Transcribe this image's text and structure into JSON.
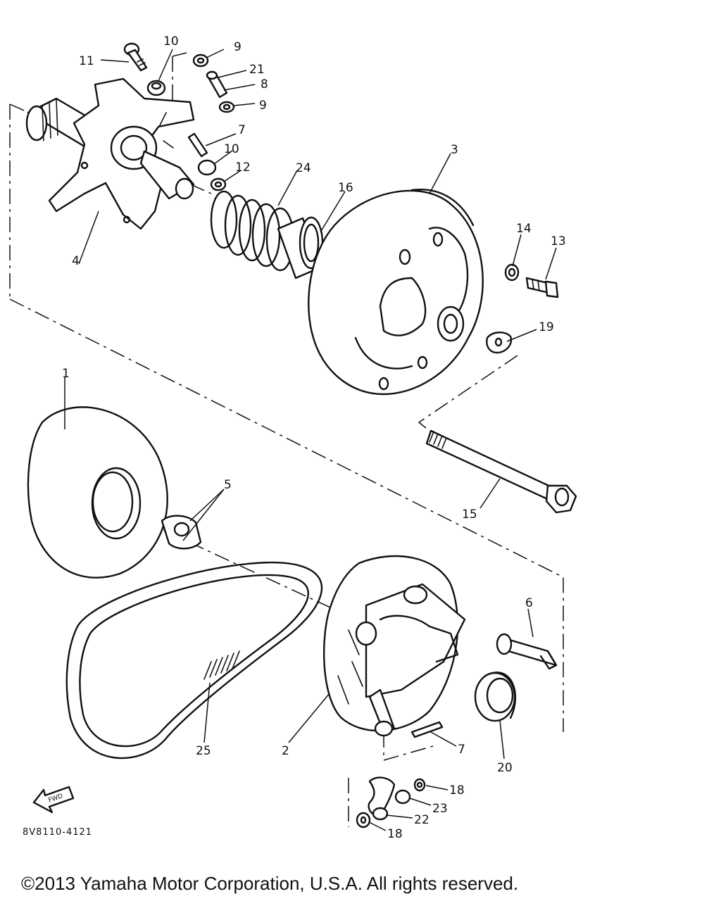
{
  "diagram": {
    "drawing_code": "8V8110-4121",
    "front_arrow_label": "FWD",
    "copyright": "©2013 Yamaha Motor Corporation, U.S.A. All rights reserved.",
    "callouts": {
      "c1": "1",
      "c2": "2",
      "c3": "3",
      "c4": "4",
      "c5": "5",
      "c6": "6",
      "c7a": "7",
      "c7b": "7",
      "c8": "8",
      "c9a": "9",
      "c9b": "9",
      "c10a": "10",
      "c10b": "10",
      "c11": "11",
      "c12": "12",
      "c13": "13",
      "c14": "14",
      "c15": "15",
      "c16": "16",
      "c18a": "18",
      "c18b": "18",
      "c19": "19",
      "c20": "20",
      "c21": "21",
      "c22": "22",
      "c23": "23",
      "c24": "24",
      "c25": "25"
    }
  }
}
